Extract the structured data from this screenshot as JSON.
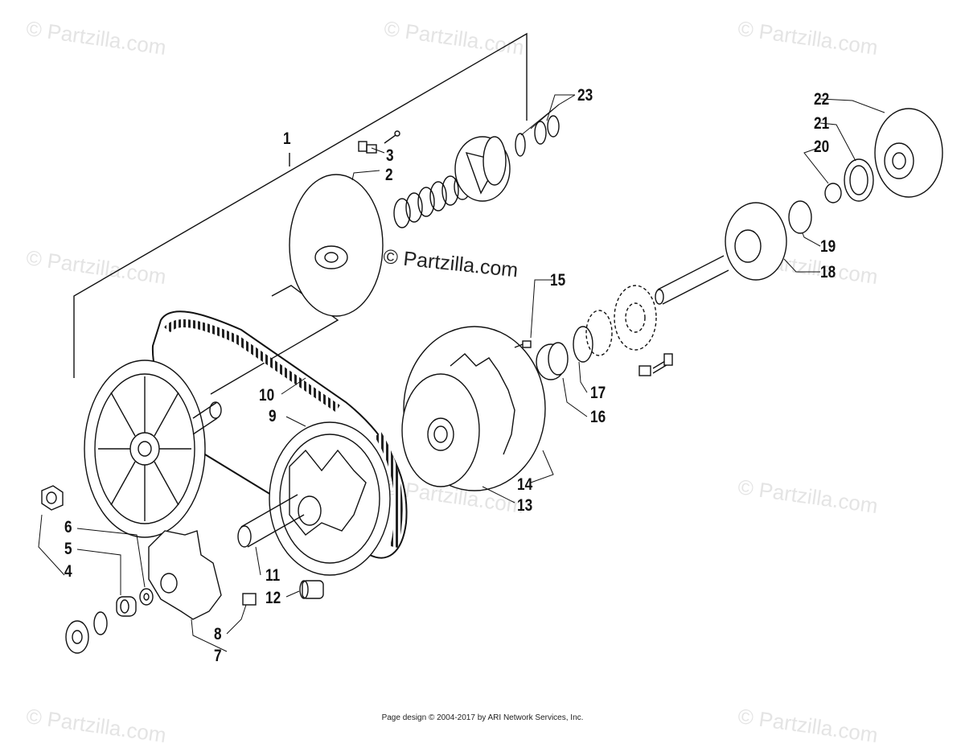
{
  "watermark": {
    "text": "© Partzilla.com",
    "center_text": "© Partzilla.com"
  },
  "callouts": [
    "1",
    "2",
    "3",
    "4",
    "5",
    "6",
    "7",
    "8",
    "9",
    "10",
    "11",
    "12",
    "13",
    "14",
    "15",
    "16",
    "17",
    "18",
    "19",
    "20",
    "21",
    "22",
    "23"
  ],
  "footer": {
    "text": "Page design © 2004-2017 by ARI Network Services, Inc."
  },
  "colors": {
    "line": "#111111",
    "background": "#ffffff",
    "watermark": "#e4e4e4"
  }
}
